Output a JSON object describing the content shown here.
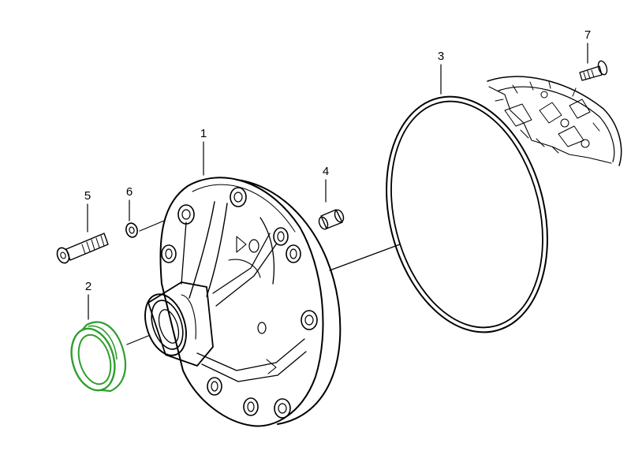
{
  "parts": [
    {
      "id": "1",
      "label": "1"
    },
    {
      "id": "2",
      "label": "2",
      "highlighted": true
    },
    {
      "id": "3",
      "label": "3"
    },
    {
      "id": "4",
      "label": "4"
    },
    {
      "id": "5",
      "label": "5"
    },
    {
      "id": "6",
      "label": "6"
    },
    {
      "id": "7",
      "label": "7"
    }
  ],
  "colors": {
    "line": "#000000",
    "highlight": "#2e9e2e",
    "background": "#ffffff"
  }
}
